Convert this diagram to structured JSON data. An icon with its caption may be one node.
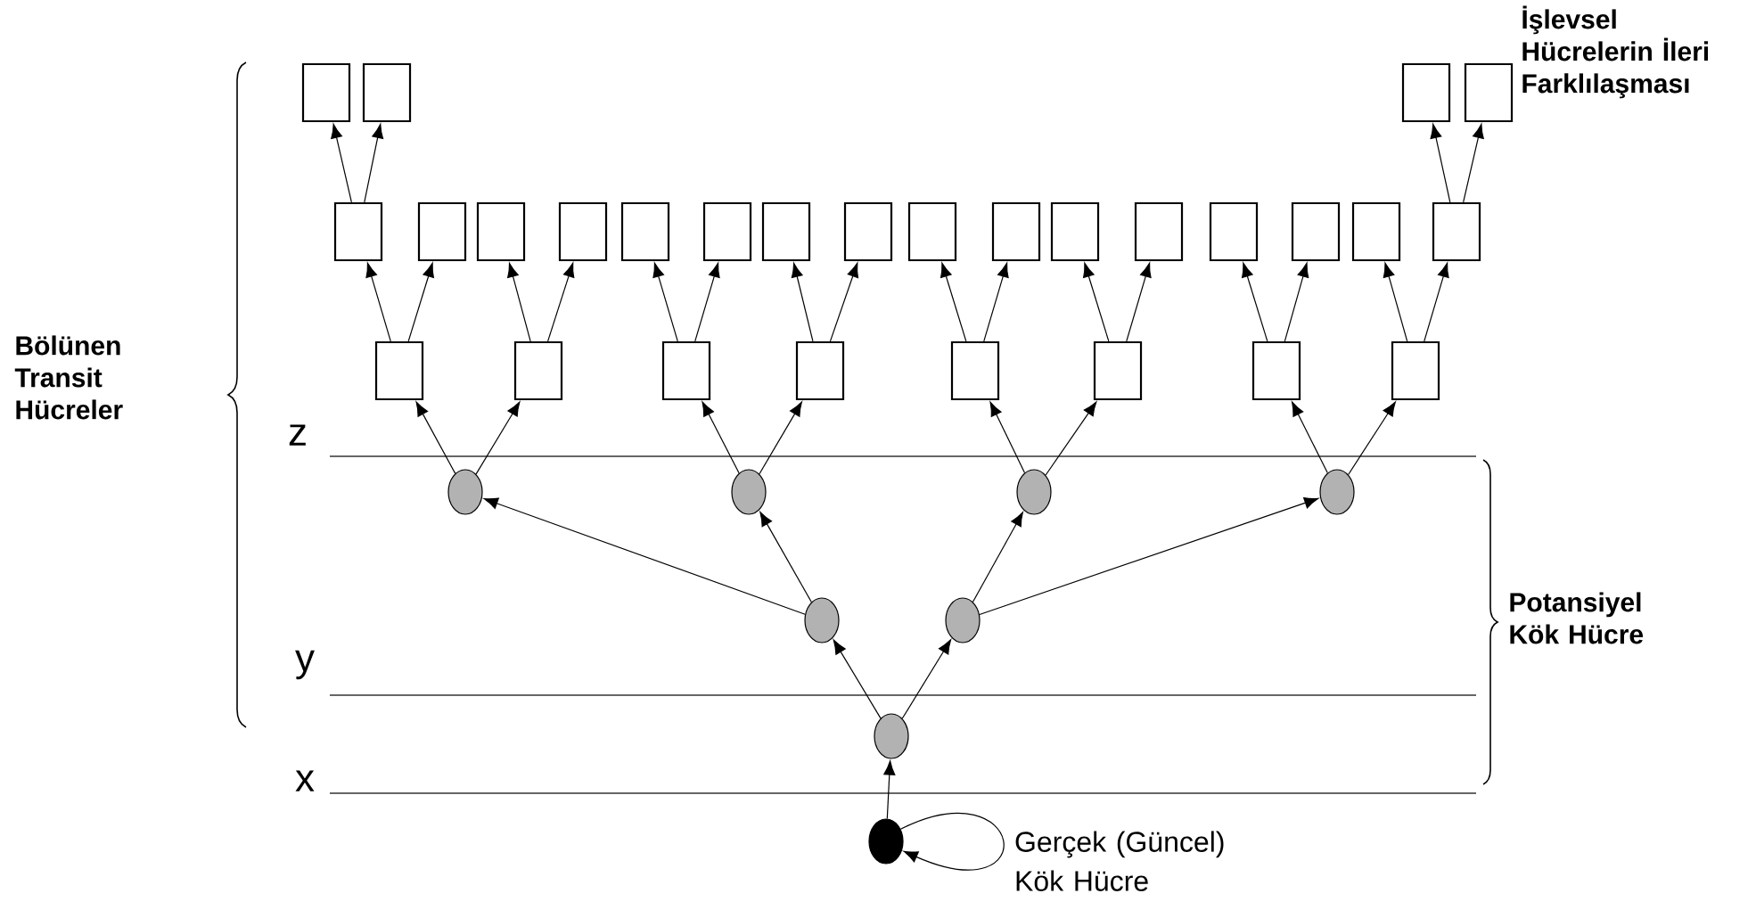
{
  "diagram": {
    "nodes": [
      {
        "text": [],
        "shape": "box"
      },
      {
        "text": [],
        "shape": "box"
      },
      {
        "text": [],
        "shape": "box"
      },
      {
        "text": [],
        "shape": "box"
      },
      {
        "text": [],
        "shape": "box"
      },
      {
        "text": [],
        "shape": "box"
      },
      {
        "text": [],
        "shape": "box"
      },
      {
        "text": [],
        "shape": "box"
      },
      {
        "text": [],
        "shape": "box"
      },
      {
        "text": [],
        "shape": "box"
      },
      {
        "text": [],
        "shape": "box"
      },
      {
        "text": [],
        "shape": "box"
      },
      {
        "text": [],
        "shape": "box"
      },
      {
        "text": [],
        "shape": "box"
      },
      {
        "text": [],
        "shape": "box"
      },
      {
        "text": [],
        "shape": "box"
      },
      {
        "text": [],
        "shape": "box"
      },
      {
        "text": [],
        "shape": "box"
      },
      {
        "text": [],
        "shape": "box"
      },
      {
        "text": [],
        "shape": "box"
      },
      {
        "text": [],
        "shape": "box"
      },
      {
        "text": [],
        "shape": "box"
      },
      {
        "text": [],
        "shape": "box"
      },
      {
        "text": [],
        "shape": "box"
      },
      {
        "text": [],
        "shape": "box"
      },
      {
        "text": [],
        "shape": "box"
      },
      {
        "text": [],
        "shape": "box"
      },
      {
        "text": [],
        "shape": "box"
      },
      {
        "text": [],
        "shape": "circle"
      },
      {
        "text": [],
        "shape": "circle"
      },
      {
        "text": [],
        "shape": "circle"
      },
      {
        "text": [],
        "shape": "circle"
      },
      {
        "text": [],
        "shape": "circle"
      },
      {
        "text": [],
        "shape": "circle"
      },
      {
        "text": [],
        "shape": "circle"
      },
      {
        "text": [],
        "shape": "circle",
        "beside": [
          "Gerçek (Güncel) Kök Hücre"
        ]
      }
    ],
    "edges": [
      {
        "from": 35,
        "to": 34,
        "arrow": "to"
      },
      {
        "from": 35,
        "to": 35,
        "arrow": "to"
      },
      {
        "from": 34,
        "to": 32,
        "arrow": "to"
      },
      {
        "from": 34,
        "to": 33,
        "arrow": "to"
      },
      {
        "from": 32,
        "to": 28,
        "arrow": "to"
      },
      {
        "from": 32,
        "to": 29,
        "arrow": "to"
      },
      {
        "from": 33,
        "to": 30,
        "arrow": "to"
      },
      {
        "from": 33,
        "to": 31,
        "arrow": "to"
      },
      {
        "from": 28,
        "to": 20,
        "arrow": "to"
      },
      {
        "from": 28,
        "to": 21,
        "arrow": "to"
      },
      {
        "from": 29,
        "to": 22,
        "arrow": "to"
      },
      {
        "from": 29,
        "to": 23,
        "arrow": "to"
      },
      {
        "from": 30,
        "to": 24,
        "arrow": "to"
      },
      {
        "from": 30,
        "to": 25,
        "arrow": "to"
      },
      {
        "from": 31,
        "to": 26,
        "arrow": "to"
      },
      {
        "from": 31,
        "to": 27,
        "arrow": "to"
      },
      {
        "from": 20,
        "to": 4,
        "arrow": "to"
      },
      {
        "from": 20,
        "to": 5,
        "arrow": "to"
      },
      {
        "from": 21,
        "to": 6,
        "arrow": "to"
      },
      {
        "from": 21,
        "to": 7,
        "arrow": "to"
      },
      {
        "from": 22,
        "to": 8,
        "arrow": "to"
      },
      {
        "from": 22,
        "to": 9,
        "arrow": "to"
      },
      {
        "from": 23,
        "to": 10,
        "arrow": "to"
      },
      {
        "from": 23,
        "to": 11,
        "arrow": "to"
      },
      {
        "from": 24,
        "to": 12,
        "arrow": "to"
      },
      {
        "from": 24,
        "to": 13,
        "arrow": "to"
      },
      {
        "from": 25,
        "to": 14,
        "arrow": "to"
      },
      {
        "from": 25,
        "to": 15,
        "arrow": "to"
      },
      {
        "from": 26,
        "to": 16,
        "arrow": "to"
      },
      {
        "from": 26,
        "to": 17,
        "arrow": "to"
      },
      {
        "from": 27,
        "to": 18,
        "arrow": "to"
      },
      {
        "from": 27,
        "to": 19,
        "arrow": "to"
      },
      {
        "from": 4,
        "to": 0,
        "arrow": "to"
      },
      {
        "from": 4,
        "to": 1,
        "arrow": "to"
      },
      {
        "from": 19,
        "to": 2,
        "arrow": "to"
      },
      {
        "from": 19,
        "to": 3,
        "arrow": "to"
      }
    ],
    "labels": [
      "İşlevsel Hücrelerin İleri Farklılaşması",
      "Bölünen Transit Hücreler",
      "z",
      "Potansiyel Kök Hücre",
      "y",
      "x"
    ]
  }
}
